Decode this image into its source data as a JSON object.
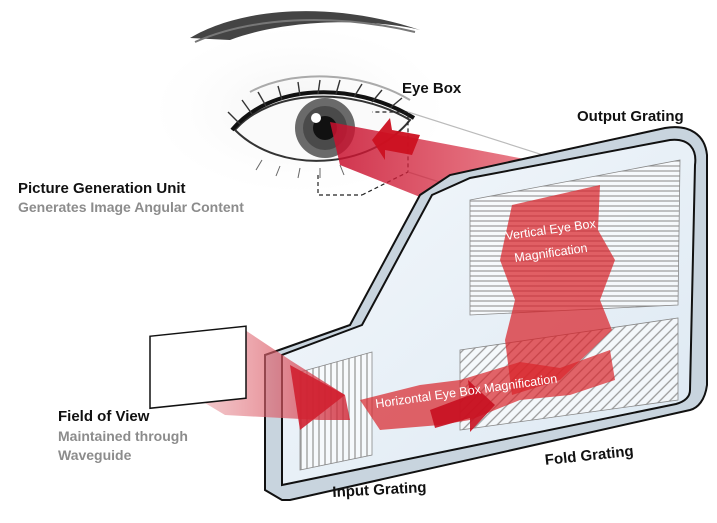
{
  "labels": {
    "eye_box": "Eye Box",
    "output_grating": "Output Grating",
    "pgu_title": "Picture Generation Unit",
    "pgu_subtitle": "Generates Image Angular Content",
    "fov_title": "Field of View",
    "fov_line1": "Maintained through",
    "fov_line2": "Waveguide",
    "input_grating": "Input Grating",
    "fold_grating": "Fold Grating",
    "vertical_mag_line1": "Vertical Eye Box",
    "vertical_mag_line2": "Magnification",
    "horizontal_mag": "Horizontal Eye Box Magnification"
  },
  "colors": {
    "beam_red": "#d8232a",
    "waveguide_tint": "#e8f0f8",
    "subtitle_gray": "#8c8c8c",
    "outline": "#111111"
  }
}
